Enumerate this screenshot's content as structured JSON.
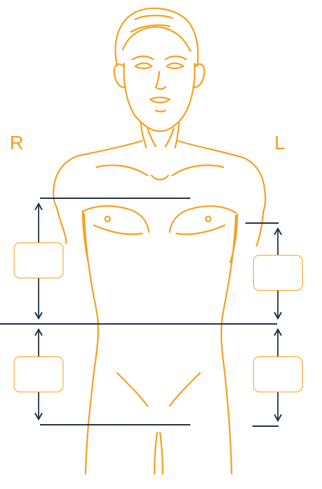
{
  "labels": {
    "right": "R",
    "left": "L"
  },
  "measurement_boxes": {
    "right_upper": "",
    "right_lower": "",
    "left_upper": "",
    "left_lower": ""
  },
  "colors": {
    "outline": "#F4A020",
    "measure_line": "#1F3347",
    "label": "#F4A020",
    "background": "#FFFFFF"
  },
  "icons": {
    "arrow": "double-headed-arrow"
  }
}
